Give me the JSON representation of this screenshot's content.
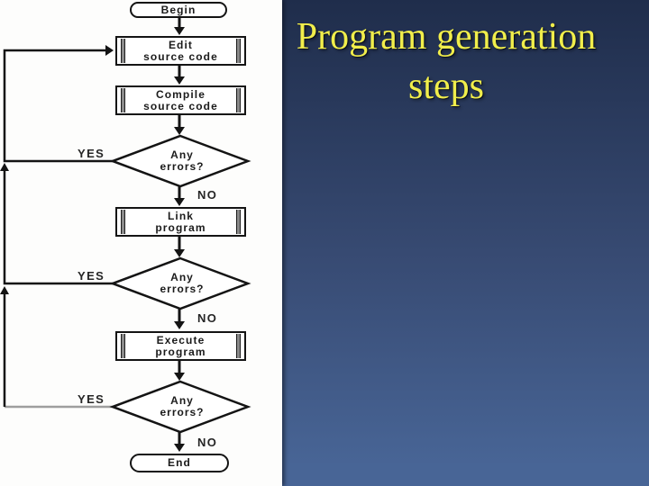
{
  "slide": {
    "title_line1": "Program generation",
    "title_line2": "steps",
    "title_color": "#f1ee4b",
    "bg_gradient": [
      "#1f2d4b",
      "#374a72",
      "#486596"
    ],
    "panel_background": "#fdfdfc"
  },
  "flowchart": {
    "nodes": {
      "begin": {
        "type": "terminator",
        "label": "Begin"
      },
      "edit": {
        "type": "predefined-process",
        "line1": "Edit",
        "line2": "source code"
      },
      "compile": {
        "type": "predefined-process",
        "line1": "Compile",
        "line2": "source code"
      },
      "decision1": {
        "type": "decision",
        "line1": "Any",
        "line2": "errors?"
      },
      "link": {
        "type": "predefined-process",
        "line1": "Link",
        "line2": "program"
      },
      "decision2": {
        "type": "decision",
        "line1": "Any",
        "line2": "errors?"
      },
      "execute": {
        "type": "predefined-process",
        "line1": "Execute",
        "line2": "program"
      },
      "decision3": {
        "type": "decision",
        "line1": "Any",
        "line2": "errors?"
      },
      "end": {
        "type": "terminator",
        "label": "End"
      }
    },
    "labels": {
      "yes": "YES",
      "no": "NO"
    },
    "line_color": "#141414",
    "faded_line_color": "#9e9e9e"
  }
}
